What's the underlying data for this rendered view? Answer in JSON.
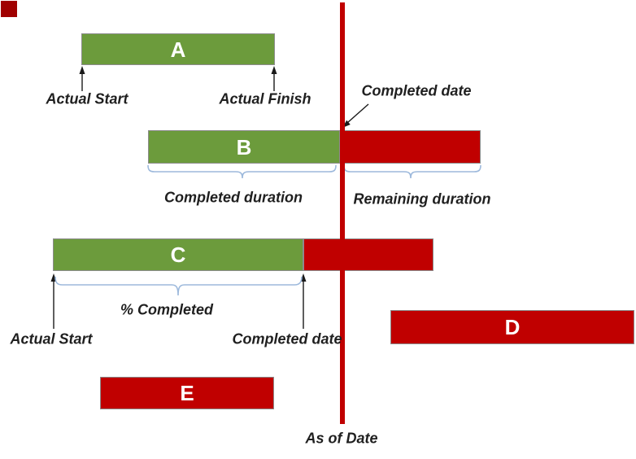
{
  "diagram_title": "Gantt progress tracking diagram",
  "colors": {
    "completed_green": "#6C9B3C",
    "remaining_red": "#C00000",
    "as_of_line_red": "#C00000",
    "brace_blue": "#9DB9DC",
    "bar_border_gray": "#8C8C8C",
    "annotation_text": "#1F1F1F",
    "corner_marker_red": "#A00000"
  },
  "bars": [
    {
      "id": "A",
      "label": "A",
      "segments": [
        "completed"
      ]
    },
    {
      "id": "B",
      "label": "B",
      "segments": [
        "completed",
        "remaining"
      ]
    },
    {
      "id": "C",
      "label": "C",
      "segments": [
        "completed",
        "remaining"
      ]
    },
    {
      "id": "D",
      "label": "D",
      "segments": [
        "remaining"
      ]
    },
    {
      "id": "E",
      "label": "E",
      "segments": [
        "remaining"
      ]
    }
  ],
  "annotations": {
    "actual_start_top": "Actual Start",
    "actual_finish": "Actual Finish",
    "completed_date_top": "Completed date",
    "completed_duration": "Completed duration",
    "remaining_duration": "Remaining duration",
    "percent_completed": "% Completed",
    "actual_start_bottom": "Actual Start",
    "completed_date_bottom": "Completed date",
    "as_of_date": "As of Date"
  }
}
